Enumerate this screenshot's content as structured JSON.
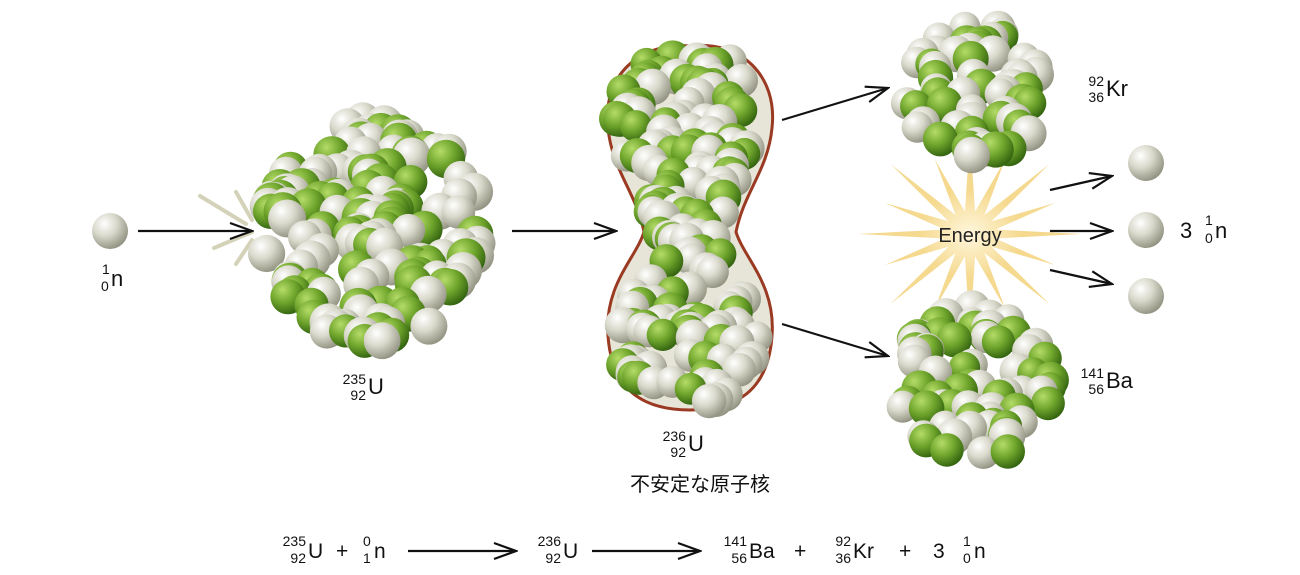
{
  "neutron_label": {
    "mass": "1",
    "atomic": "0",
    "symbol": "n"
  },
  "u235_label": {
    "mass": "235",
    "atomic": "92",
    "symbol": "U"
  },
  "u236_label": {
    "mass": "236",
    "atomic": "92",
    "symbol": "U",
    "caption": "不安定な原子核"
  },
  "kr_label": {
    "mass": "92",
    "atomic": "36",
    "symbol": "Kr"
  },
  "ba_label": {
    "mass": "141",
    "atomic": "56",
    "symbol": "Ba"
  },
  "energy_label": "Energy",
  "neutrons_out": {
    "count": "3",
    "mass": "1",
    "atomic": "0",
    "symbol": "n"
  },
  "equation": {
    "u235": {
      "mass": "235",
      "atomic": "92",
      "symbol": "U"
    },
    "plus1": "+",
    "neutron": {
      "mass": "0",
      "atomic": "1",
      "symbol": "n"
    },
    "u236": {
      "mass": "236",
      "atomic": "92",
      "symbol": "U"
    },
    "ba": {
      "mass": "141",
      "atomic": "56",
      "symbol": "Ba"
    },
    "plus2": "+",
    "kr": {
      "mass": "92",
      "atomic": "36",
      "symbol": "Kr"
    },
    "plus3": "+",
    "n3": {
      "count": "3",
      "mass": "1",
      "atomic": "0",
      "symbol": "n"
    }
  },
  "colors": {
    "proton": "#6a9c2a",
    "neutron": "#c9c9b6",
    "outline": "#9a3a22",
    "burst": "#f0c865"
  }
}
